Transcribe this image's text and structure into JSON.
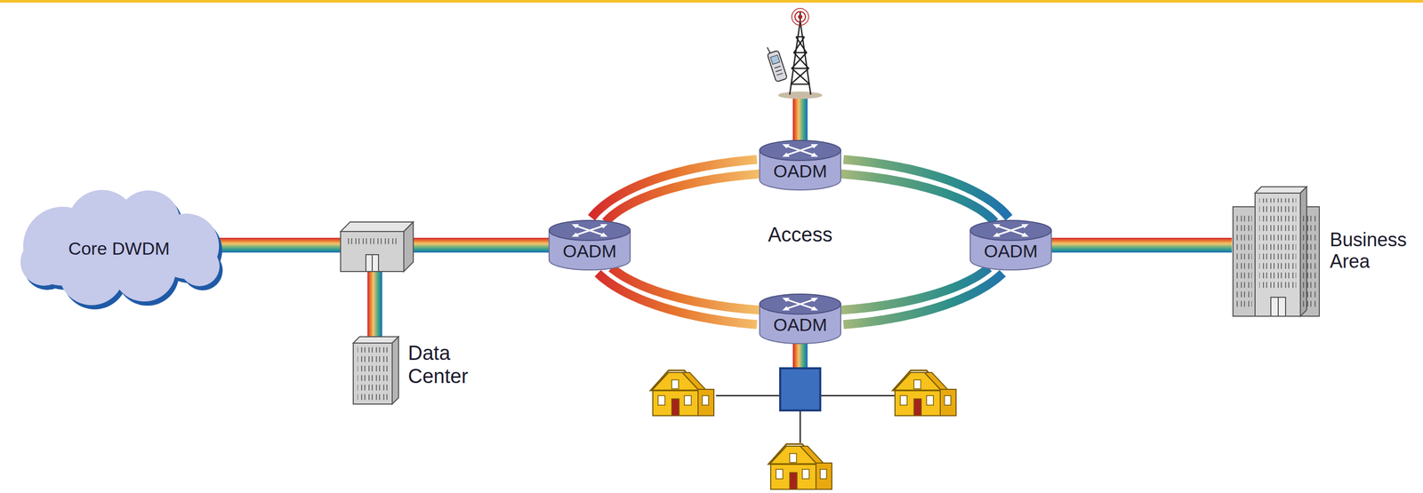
{
  "diagram": {
    "nodes": [
      {
        "text": [
          "Core DWDM"
        ]
      },
      {
        "text": [
          "Data Center"
        ]
      },
      {
        "text": [
          "OADM"
        ]
      },
      {
        "text": [
          "OADM"
        ]
      },
      {
        "text": [
          "OADM"
        ]
      },
      {
        "text": [
          "OADM"
        ]
      },
      {
        "text": [
          "Business Area"
        ]
      }
    ],
    "edges": [
      {
        "from": 0,
        "to": 3,
        "arrow": "none"
      },
      {
        "from": 3,
        "to": 2,
        "arrow": "none"
      },
      {
        "from": 2,
        "to": 4,
        "arrow": "none"
      },
      {
        "from": 4,
        "to": 5,
        "arrow": "none"
      },
      {
        "from": 5,
        "to": 3,
        "arrow": "none"
      },
      {
        "from": 4,
        "to": 6,
        "arrow": "none"
      }
    ],
    "labels": [
      "Access"
    ]
  }
}
